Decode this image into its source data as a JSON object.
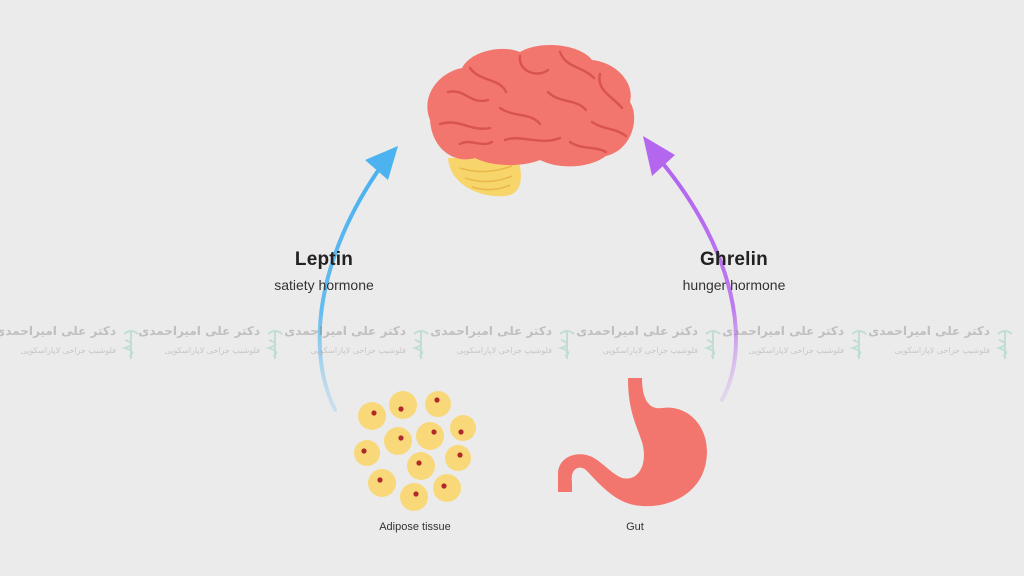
{
  "diagram": {
    "leptin": {
      "name": "Leptin",
      "role": "satiety hormone"
    },
    "ghrelin": {
      "name": "Ghrelin",
      "role": "hunger hormone"
    },
    "adipose_label": "Adipose tissue",
    "gut_label": "Gut",
    "nodes": [
      "brain",
      "adipose tissue",
      "gut"
    ],
    "colors": {
      "background": "#ebebeb",
      "leptin_arrow": "#4db3f0",
      "ghrelin_arrow": "#b466ef",
      "brain": "#f2766d",
      "brain_folds": "#d9534f",
      "cerebellum": "#f8d56a",
      "fat_cell": "#f9d879",
      "fat_nucleus": "#b02a2a",
      "stomach": "#f2766d"
    }
  },
  "watermark": {
    "title": "دکتر علی امیراحمدی",
    "subtitle": "فلوشیپ جراحی لاپاراسکوپی",
    "logo_icon": "caduceus-icon"
  }
}
